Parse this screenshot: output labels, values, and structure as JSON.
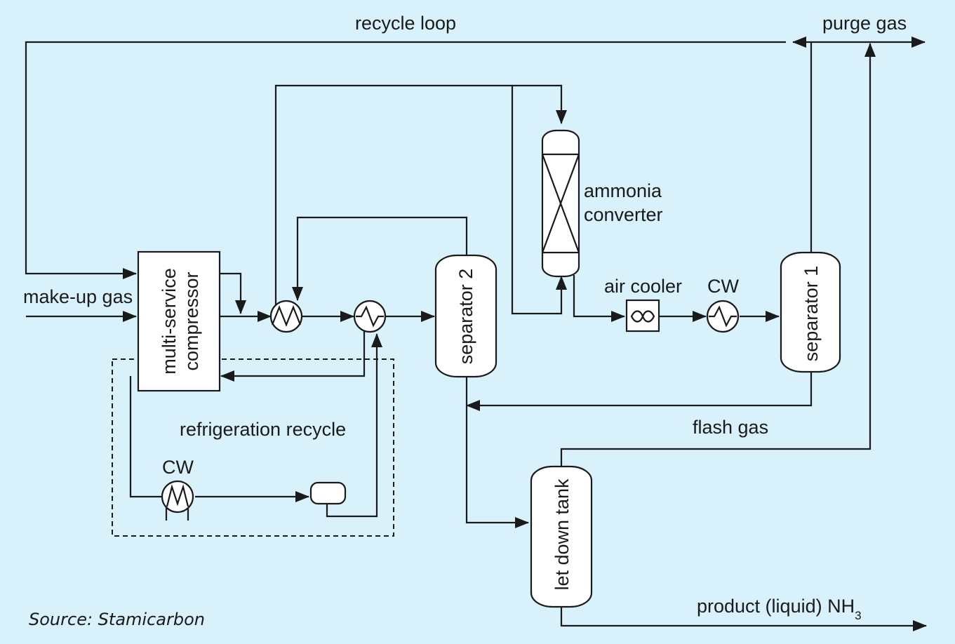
{
  "labels": {
    "recycle_loop": "recycle loop",
    "purge_gas": "purge gas",
    "makeup_gas": "make-up gas",
    "compressor_line1": "multi-service",
    "compressor_line2": "compressor",
    "converter_line1": "ammonia",
    "converter_line2": "converter",
    "air_cooler": "air cooler",
    "cw_main": "CW",
    "cw_refrig": "CW",
    "separator1": "separator 1",
    "separator2": "separator 2",
    "flash_gas": "flash gas",
    "refrigeration_recycle": "refrigeration recycle",
    "let_down_tank": "let down tank",
    "product": "product (liquid) NH",
    "product_sub": "3",
    "source": "Source: Stamicarbon"
  },
  "colors": {
    "background": "#d8f1fb",
    "line": "#1a1a1a",
    "equipment": "#ffffff"
  }
}
